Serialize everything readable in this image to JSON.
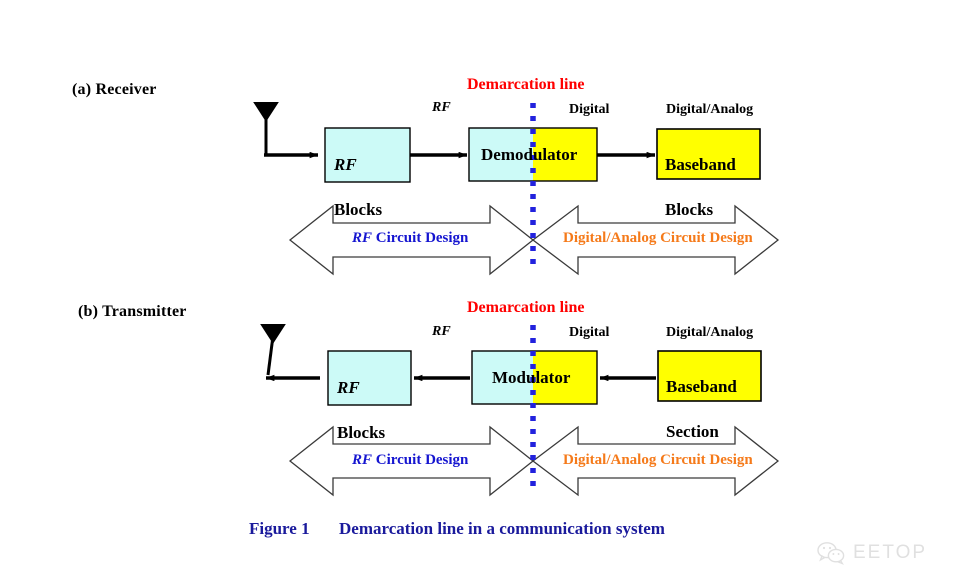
{
  "figure": {
    "caption_number": "Figure 1",
    "caption_text": "Demarcation line in a communication system",
    "caption_color": "#1a1a9c"
  },
  "colors": {
    "rf_fill": "#ccfaf7",
    "digital_fill": "#ffff00",
    "demarcation_line": "#2222dd",
    "demarcation_label": "#ff0000",
    "rf_band_text": "#1515d0",
    "da_band_text": "#f57a1a",
    "outline": "#000000"
  },
  "sections": [
    {
      "id": "receiver",
      "title": "(a) Receiver",
      "demarcation_label": "Demarcation line",
      "signal_labels": [
        {
          "text": "RF",
          "style": "italic"
        },
        {
          "text": "Digital",
          "style": "normal"
        },
        {
          "text": "Digital/Analog",
          "style": "normal"
        }
      ],
      "blocks": [
        {
          "name": "rf-blocks",
          "line1": "RF",
          "line2": "Blocks",
          "fill": "rf"
        },
        {
          "name": "demodulator",
          "line1": "Demodulator",
          "line2": "",
          "fill": "split"
        },
        {
          "name": "baseband-blocks",
          "line1": "Baseband",
          "line2": "Blocks",
          "fill": "digital"
        }
      ],
      "bands": [
        {
          "name": "rf-circuit-design",
          "prefix": "RF",
          "text": " Circuit Design",
          "color": "rf"
        },
        {
          "name": "digital-analog-circuit-design",
          "prefix": "",
          "text": "Digital/Analog Circuit Design",
          "color": "da"
        }
      ],
      "antenna": "receive-antenna",
      "flow": "left-to-right"
    },
    {
      "id": "transmitter",
      "title": "(b) Transmitter",
      "demarcation_label": "Demarcation line",
      "signal_labels": [
        {
          "text": "RF",
          "style": "italic"
        },
        {
          "text": "Digital",
          "style": "normal"
        },
        {
          "text": "Digital/Analog",
          "style": "normal"
        }
      ],
      "blocks": [
        {
          "name": "rf-blocks",
          "line1": "RF",
          "line2": "Blocks",
          "fill": "rf"
        },
        {
          "name": "modulator",
          "line1": "Modulator",
          "line2": "",
          "fill": "split"
        },
        {
          "name": "baseband-section",
          "line1": "Baseband",
          "line2": "Section",
          "fill": "digital"
        }
      ],
      "bands": [
        {
          "name": "rf-circuit-design",
          "prefix": "RF",
          "text": " Circuit Design",
          "color": "rf"
        },
        {
          "name": "digital-analog-circuit-design",
          "prefix": "",
          "text": "Digital/Analog Circuit Design",
          "color": "da"
        }
      ],
      "antenna": "transmit-antenna",
      "flow": "right-to-left"
    }
  ],
  "watermark": {
    "text": "EETOP",
    "icon": "wechat-icon"
  }
}
